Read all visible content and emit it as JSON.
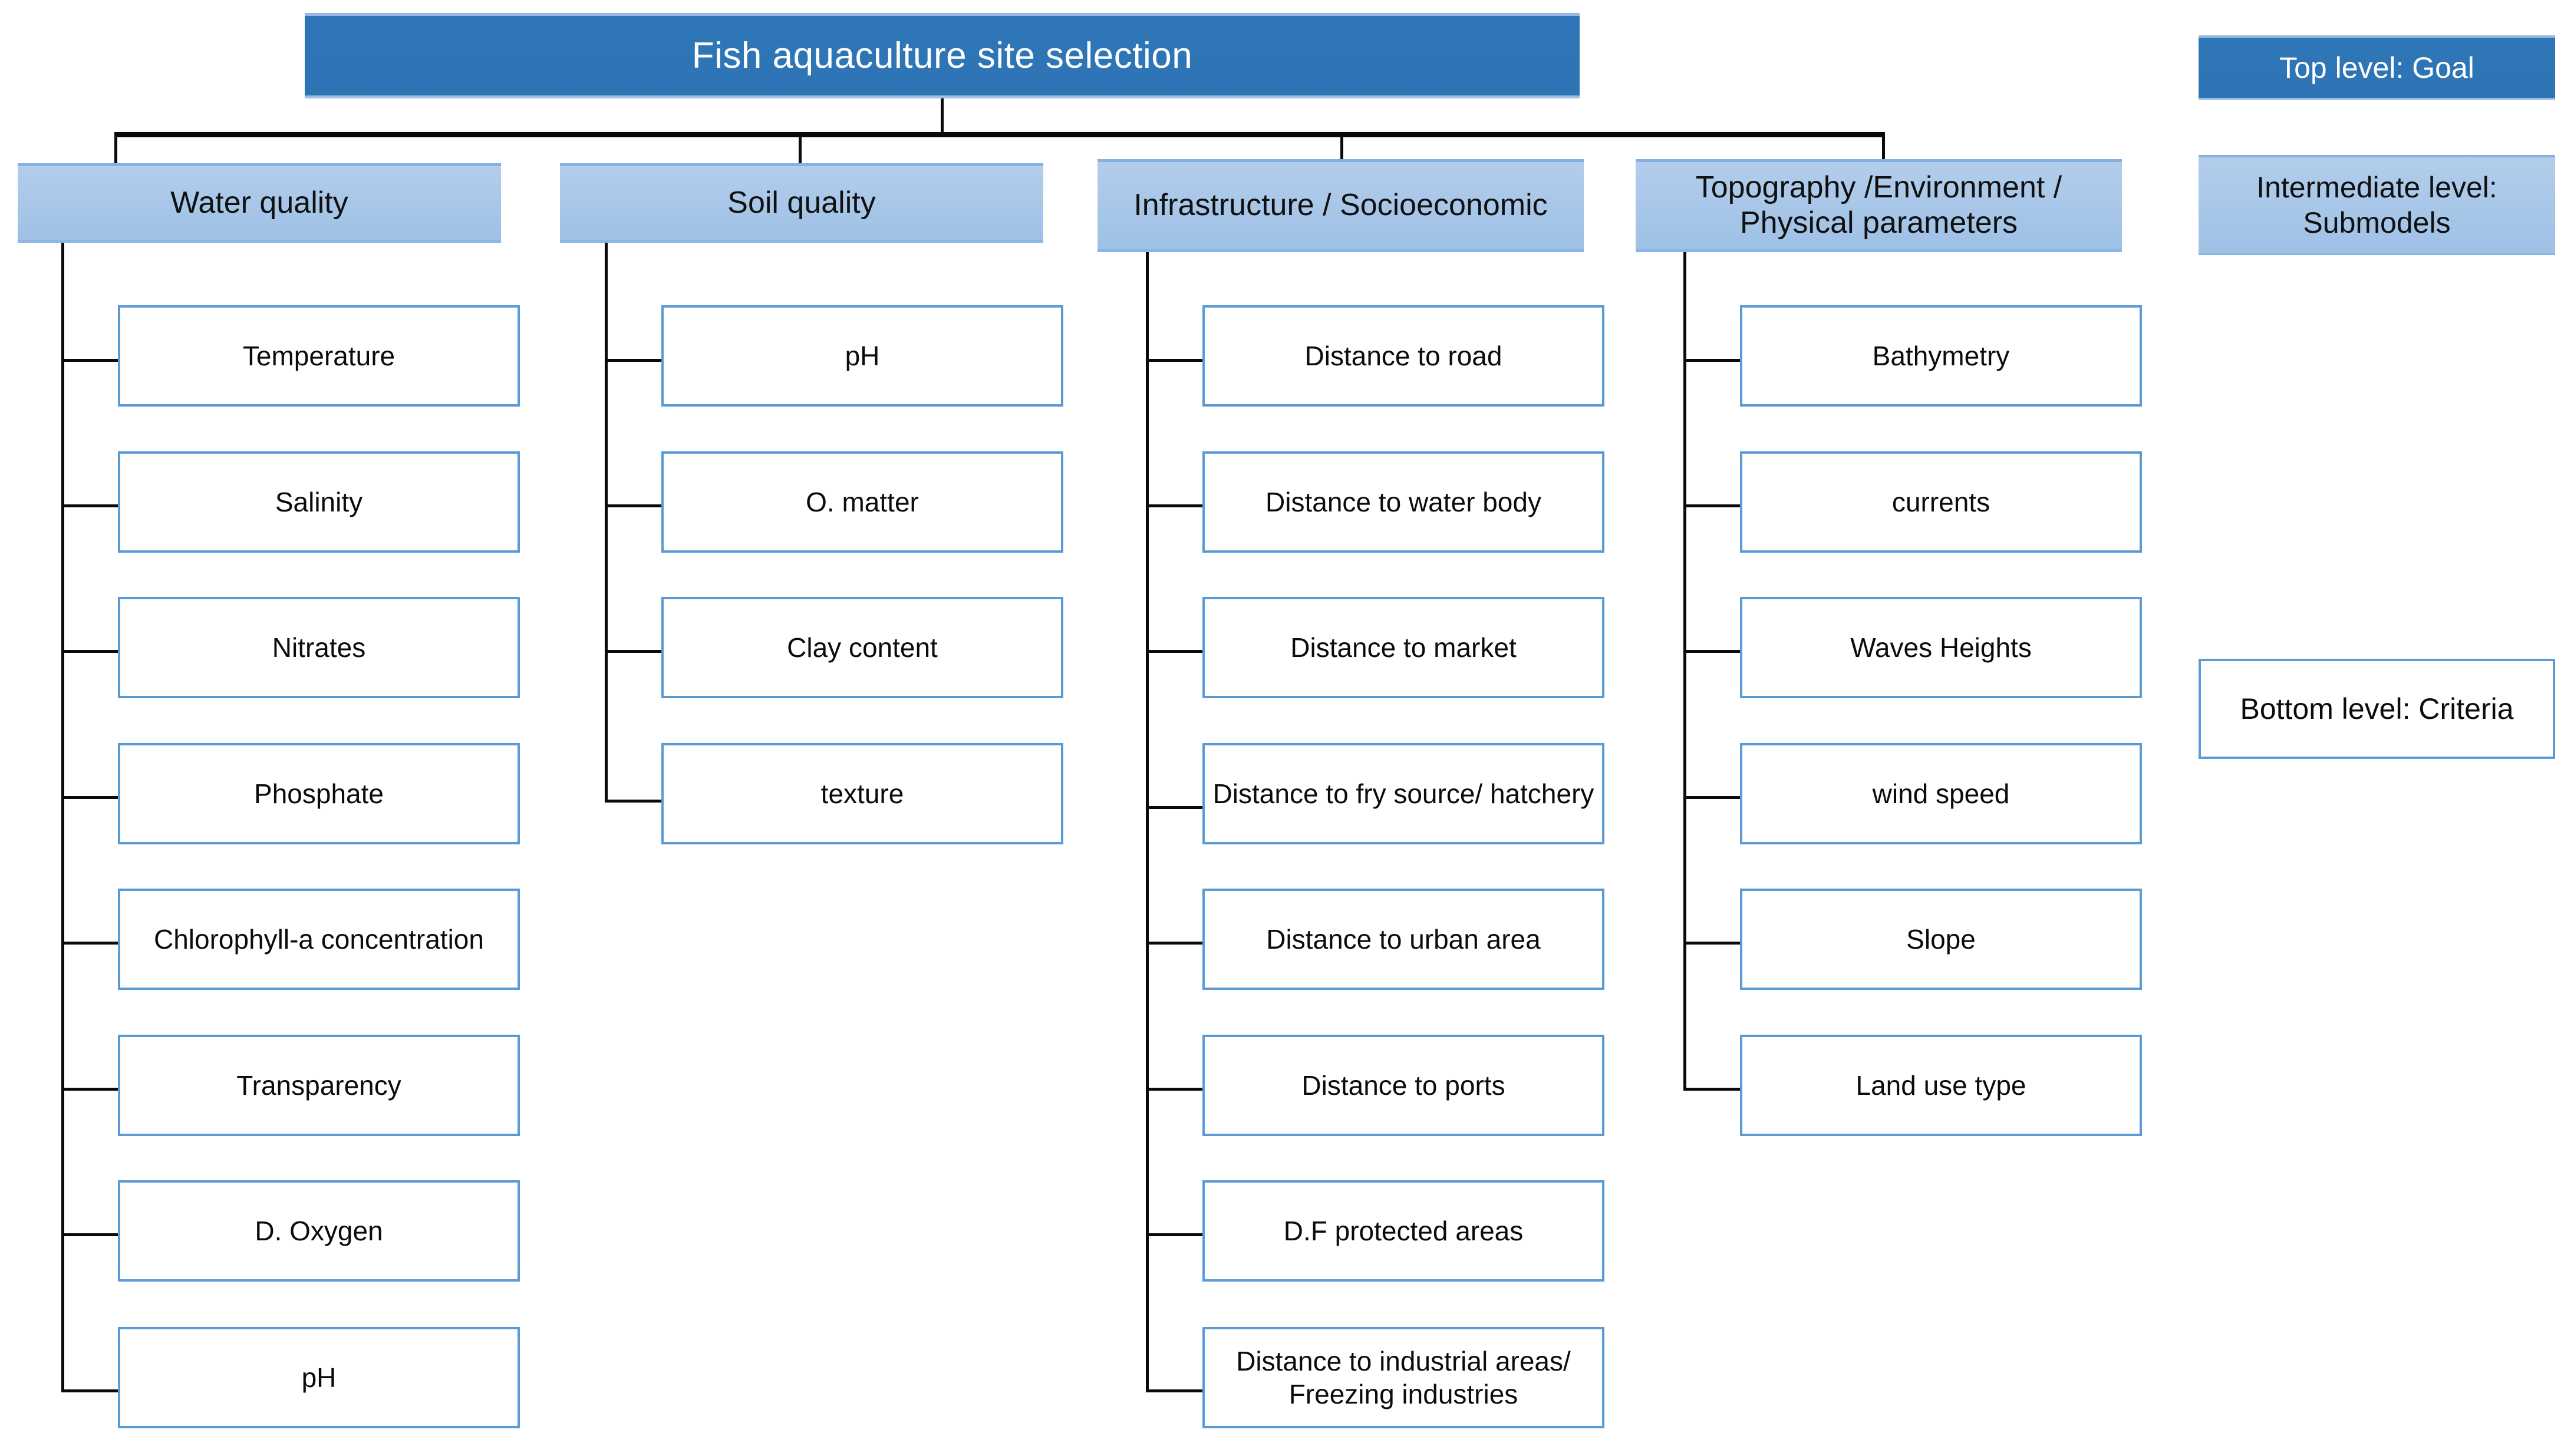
{
  "diagram": {
    "title": "Fish aquaculture site selection",
    "legend": {
      "top": "Top level: Goal",
      "intermediate": "Intermediate level: Submodels",
      "bottom": "Bottom level: Criteria"
    },
    "submodels": [
      {
        "label": "Water quality",
        "criteria": [
          "Temperature",
          "Salinity",
          "Nitrates",
          "Phosphate",
          "Chlorophyll-a concentration",
          "Transparency",
          "D. Oxygen",
          "pH"
        ]
      },
      {
        "label": "Soil quality",
        "criteria": [
          "pH",
          "O. matter",
          "Clay content",
          "texture"
        ]
      },
      {
        "label": "Infrastructure / Socioeconomic",
        "criteria": [
          "Distance to road",
          "Distance to water body",
          "Distance to market",
          "Distance to fry source/ hatchery",
          "Distance to urban area",
          "Distance to ports",
          "D.F protected areas",
          "Distance to industrial areas/ Freezing industries"
        ]
      },
      {
        "label": "Topography /Environment / Physical parameters",
        "criteria": [
          "Bathymetry",
          "currents",
          "Waves Heights",
          "wind speed",
          "Slope",
          "Land use type"
        ]
      }
    ],
    "colors": {
      "goal_fill": "#2e74b5",
      "submodel_fill": "#9ec1e6",
      "criterion_border": "#5b9bd5",
      "connector": "#0a0a0a",
      "background": "#ffffff"
    }
  }
}
